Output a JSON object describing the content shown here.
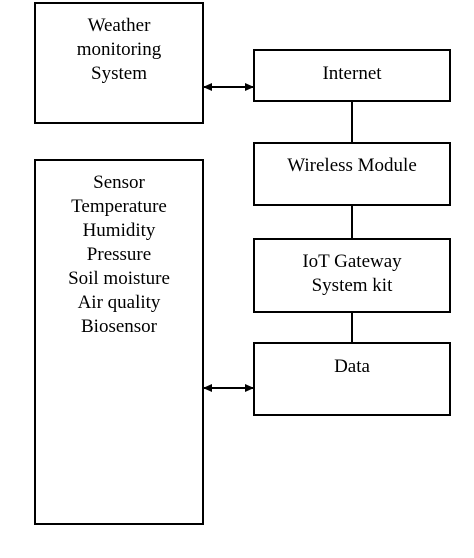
{
  "weather_box": {
    "lines": [
      "Weather",
      "monitoring",
      "System"
    ]
  },
  "sensor_box": {
    "lines": [
      "Sensor",
      "Temperature",
      "Humidity",
      "Pressure",
      "Soil moisture",
      "Air quality",
      "Biosensor"
    ]
  },
  "internet_box": {
    "label": "Internet"
  },
  "wireless_box": {
    "label": "Wireless Module"
  },
  "gateway_box": {
    "lines": [
      "IoT Gateway",
      "System kit"
    ]
  },
  "data_box": {
    "label": "Data"
  },
  "colors": {
    "stroke": "#000000",
    "background": "#ffffff"
  }
}
